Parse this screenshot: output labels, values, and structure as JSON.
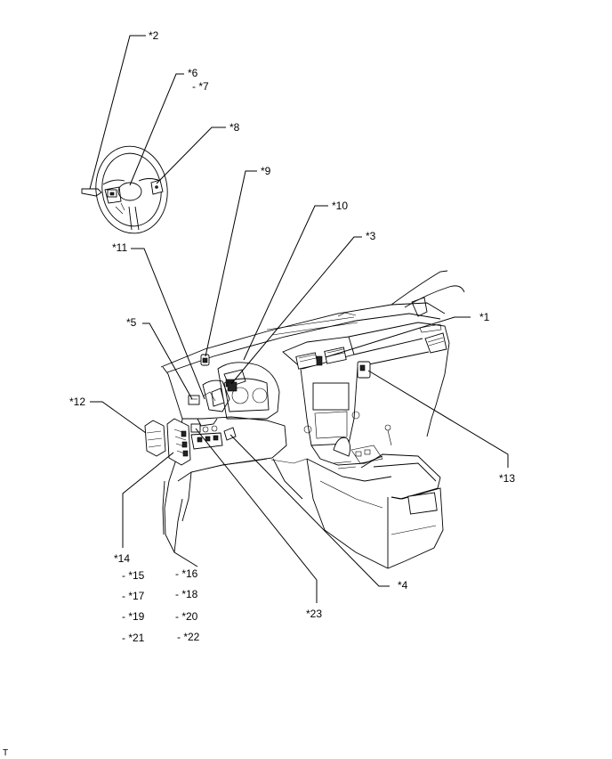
{
  "callouts": {
    "c2": "*2",
    "c6": "*6",
    "c7": "- *7",
    "c8": "*8",
    "c9": "*9",
    "c10": "*10",
    "c3": "*3",
    "c11": "*11",
    "c1": "*1",
    "c5": "*5",
    "c12": "*12",
    "c13": "*13",
    "c14": "*14",
    "c15": "- *15",
    "c16": "- *16",
    "c17": "- *17",
    "c18": "- *18",
    "c19": "- *19",
    "c20": "- *20",
    "c21": "- *21",
    "c22": "- *22",
    "c4": "*4",
    "c23": "*23"
  },
  "footer_mark": "T"
}
